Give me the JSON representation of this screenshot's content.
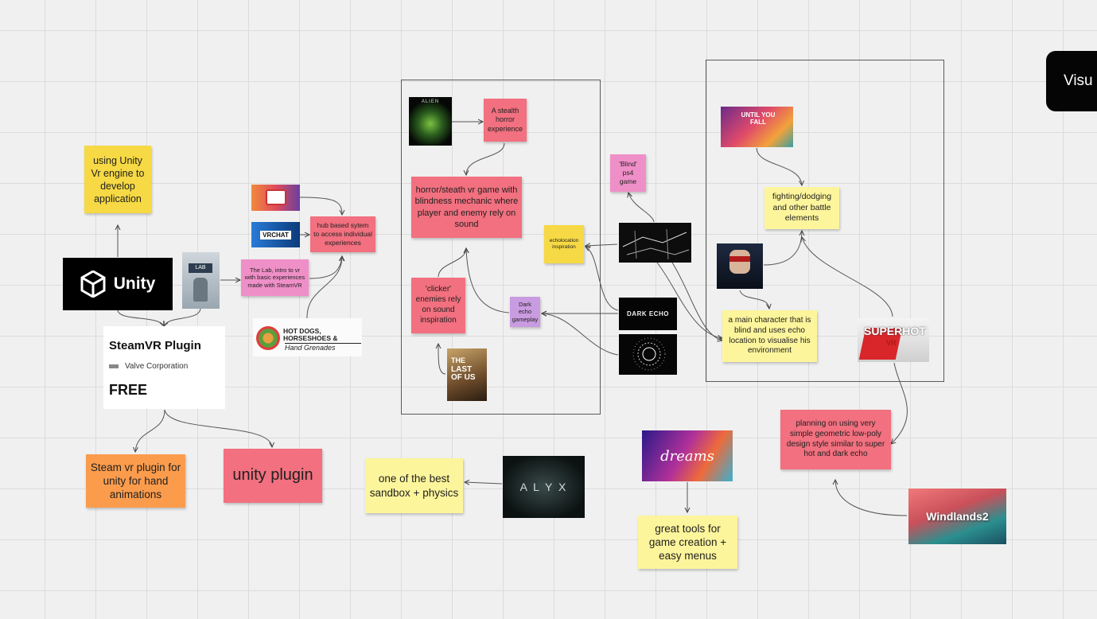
{
  "notes": {
    "unity_engine": "using Unity Vr engine to develop application",
    "steam_vr_plugin_note": "Steam vr  plugin for unity for hand animations",
    "unity_plugin": "unity plugin",
    "hub_based": "hub based sytem to access  individual experiences",
    "the_lab": "The Lab, intro to vr with basic experiences made with SteamVR",
    "stealth_horror": "A stealth horror experience",
    "horror_game": "horror/steath vr game with blindness mechanic where player and enemy rely on sound",
    "clicker": "'clicker' enemies rely on sound inspiration",
    "dark_echo_gameplay": "Dark echo gameplay",
    "echolocation": "echolocation inspiration",
    "blind_ps4": "'Blind' ps4 game",
    "fighting": "fighting/dodging and other battle elements",
    "main_character": "a main character that is blind and uses echo location to visualise his environment",
    "planning": "planning on using very simple geometric low-poly design style similar to super hot and dark echo",
    "sandbox": "one of the best sandbox + physics",
    "great_tools": "great tools for game creation + easy menus"
  },
  "steamvr_card": {
    "title": "SteamVR Plugin",
    "publisher": "Valve Corporation",
    "price": "FREE"
  },
  "images": {
    "unity_logo": "Unity",
    "the_lab_label": "LAB",
    "hot_dogs_title": "HOT DOGS, HORSESHOES &",
    "hot_dogs_subtitle": "Hand Grenades",
    "vrchat_label": "VRCHAT",
    "alien_label": "ALIEN",
    "last_of_us_line1": "THE",
    "last_of_us_line2": "LAST OF US",
    "dark_echo_label": "DARK ECHO",
    "until_you_fall_label": "UNTIL YOU FALL",
    "superhot_label": "SUPERHOT",
    "superhot_vr": "VR",
    "dreams_label": "dreams",
    "alyx_label": "A L Y X",
    "windlands_label": "Windlands2"
  },
  "side_panel": {
    "label": "Visu"
  },
  "colors": {
    "sticky_yellow": "#f6d944",
    "sticky_light_yellow": "#fdf59c",
    "sticky_pink": "#f2707f",
    "sticky_light_pink": "#ef8fc7",
    "sticky_orange": "#fb9c4d",
    "sticky_purple": "#c99be0"
  }
}
